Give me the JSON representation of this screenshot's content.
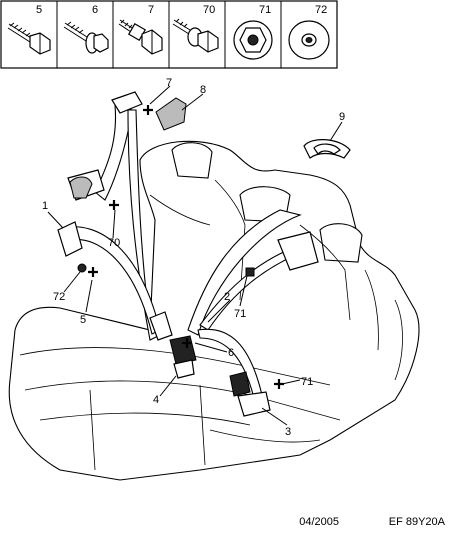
{
  "fastener_panel": {
    "cells": [
      {
        "ref": "5",
        "icon": "bolt-long-hex-icon"
      },
      {
        "ref": "6",
        "icon": "screw-flange-icon"
      },
      {
        "ref": "7",
        "icon": "bolt-shoulder-icon"
      },
      {
        "ref": "70",
        "icon": "bolt-washer-icon"
      },
      {
        "ref": "71",
        "icon": "nut-flange-icon"
      },
      {
        "ref": "72",
        "icon": "washer-icon"
      }
    ]
  },
  "callouts": {
    "c1": "1",
    "c2": "2",
    "c3": "3",
    "c4": "4",
    "c5": "5",
    "c6": "6",
    "c7": "7",
    "c8": "8",
    "c9": "9",
    "c70": "70",
    "c71a": "71",
    "c71b": "71",
    "c72": "72"
  },
  "footer": {
    "date": "04/2005",
    "code": "EF 89Y20A"
  }
}
